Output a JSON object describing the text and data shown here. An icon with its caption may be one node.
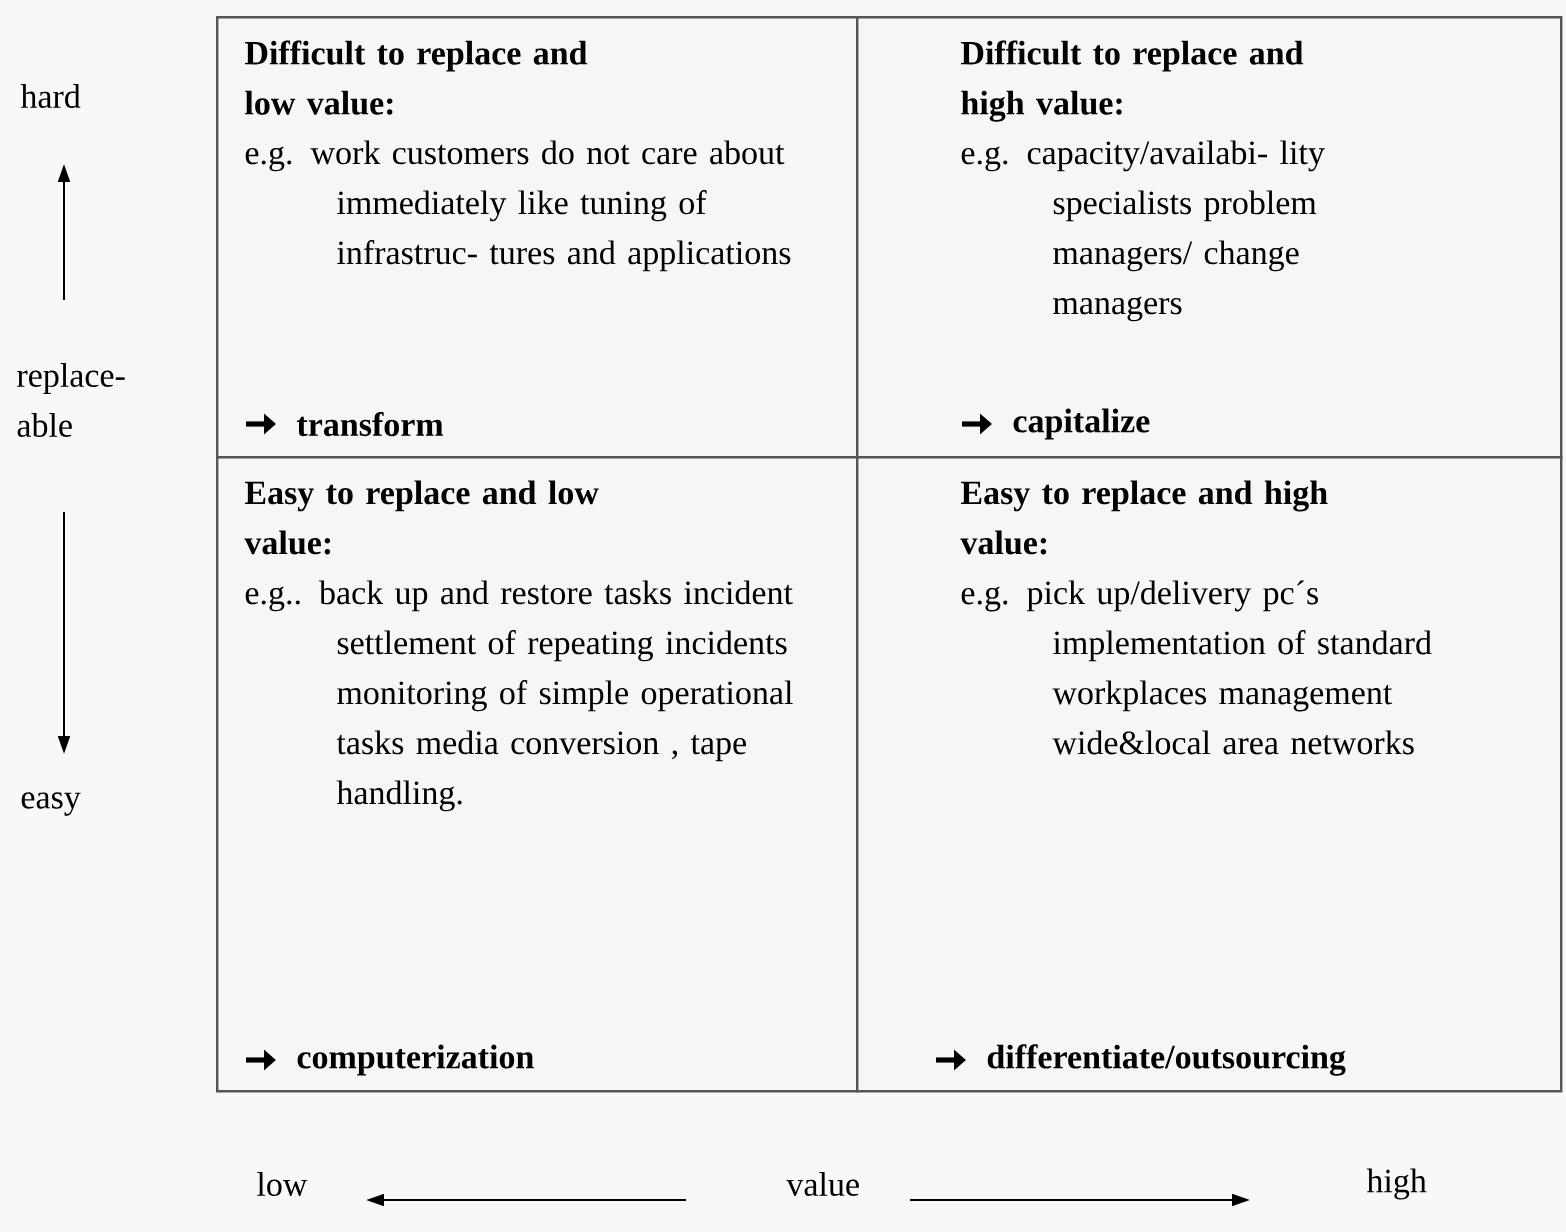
{
  "diagram": {
    "nodes": [
      {
        "text": [
          "Difficult to replace and low value:",
          "e.g. work customers do not care about immediately like tuning of infrastruc- tures and applications",
          "transform"
        ]
      },
      {
        "text": [
          "Difficult to replace and high value:",
          "e.g. capacity/availabi- lity specialists problem managers/ change managers",
          "capitalize"
        ]
      },
      {
        "text": [
          "Easy to replace and low value:",
          "e.g.. back up and restore tasks incident settlement of repeating incidents monitoring of simple operational tasks media conversion , tape handling.",
          "computerization"
        ]
      },
      {
        "text": [
          "Easy to replace and high value:",
          "e.g. pick up/delivery pc´s implementation of standard workplaces management wide&local area networks",
          "differentiate/outsourcing"
        ]
      }
    ],
    "labels": [
      "hard",
      "replace- able",
      "easy",
      "low",
      "value",
      "high"
    ]
  }
}
